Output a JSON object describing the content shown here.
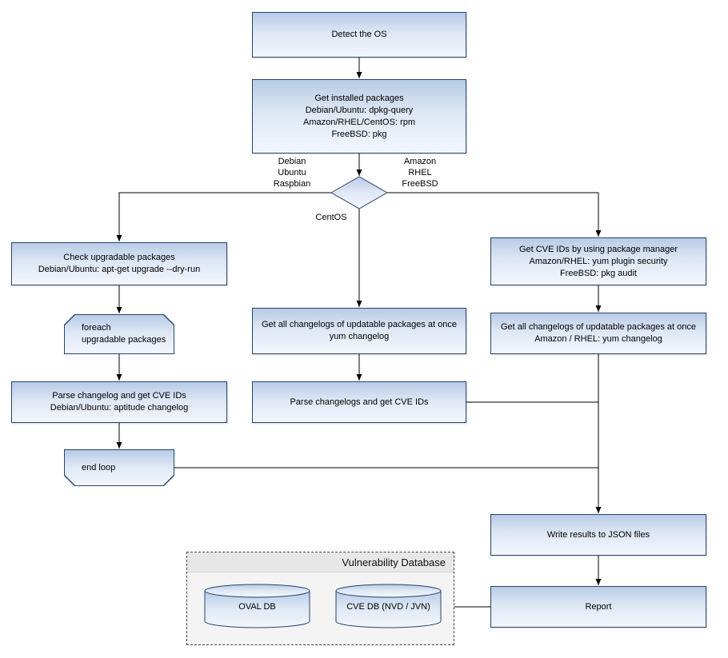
{
  "colors": {
    "node_border": "#26436e",
    "node_fill_top": "#b8cbe6",
    "node_fill_bottom": "#f3f7fd",
    "connector": "#000000",
    "canvas_bg": "#ffffff"
  },
  "nodes": {
    "detect_os": "Detect the OS",
    "get_installed_packages": "Get installed packages\nDebian/Ubuntu: dpkg-query\nAmazon/RHEL/CentOS: rpm\nFreeBSD: pkg",
    "branch_left": "Debian\nUbuntu\nRaspbian",
    "branch_right": "Amazon\nRHEL\nFreeBSD",
    "branch_down": "CentOS",
    "check_upgradable": "Check upgradable packages\nDebian/Ubuntu: apt-get upgrade --dry-run",
    "foreach_loop": "foreach\nupgradable  packages",
    "parse_changelog_deb": "Parse changelog and get  CVE IDs\nDebian/Ubuntu: aptitude changelog",
    "end_loop": "end loop",
    "changelogs_centos": "Get all changelogs of updatable packages at once\nyum changelog",
    "parse_changelogs_centos": "Parse changelogs and get CVE IDs",
    "cve_ids_pkg_manager": "Get CVE IDs by using package manager\nAmazon/RHEL: yum plugin security\nFreeBSD: pkg audit",
    "changelogs_amazon": "Get all changelogs of updatable packages at once\nAmazon / RHEL: yum changelog",
    "write_json": "Write results to JSON files",
    "report": "Report",
    "vuln_db_title": "Vulnerability Database",
    "oval_db": "OVAL DB",
    "cve_db": "CVE DB (NVD / JVN)"
  }
}
